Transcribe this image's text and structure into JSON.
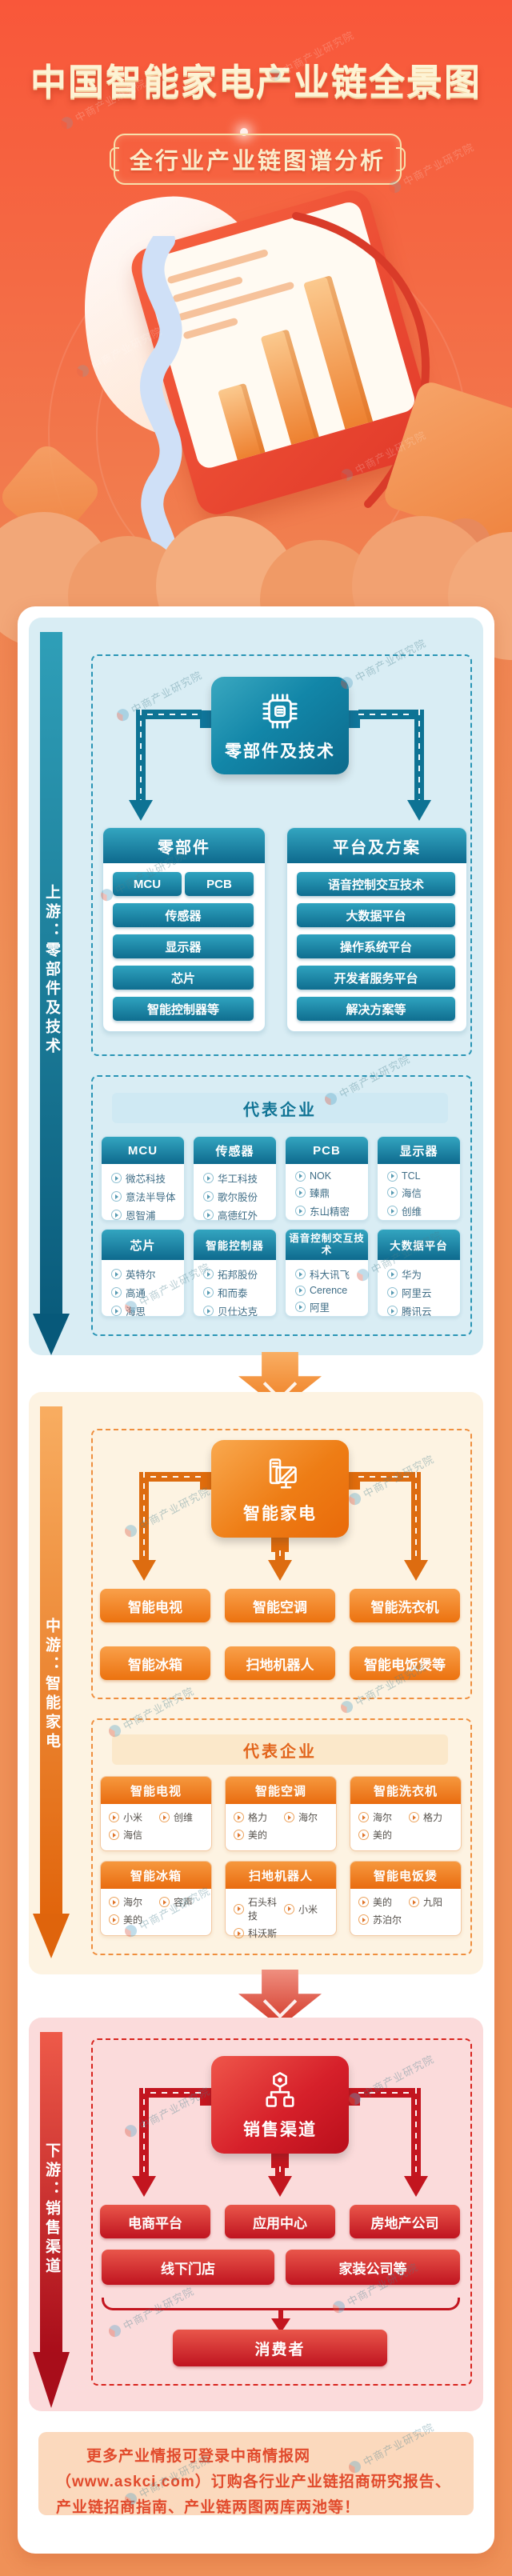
{
  "header": {
    "title": "中国智能家电产业链全景图",
    "subtitle": "全行业产业链图谱分析"
  },
  "watermark": {
    "brand": "中商产业研究院"
  },
  "upstream": {
    "side_label": "上游：零部件及技术",
    "root_label": "零部件及技术",
    "root_icon": "chip-icon",
    "columns": [
      {
        "title": "零部件",
        "items": [
          "MCU",
          "PCB",
          "传感器",
          "显示器",
          "芯片",
          "智能控制器等"
        ]
      },
      {
        "title": "平台及方案",
        "items": [
          "语音控制交互技术",
          "大数据平台",
          "操作系统平台",
          "开发者服务平台",
          "解决方案等"
        ]
      }
    ],
    "companies_title": "代表企业",
    "company_groups": [
      {
        "title": "MCU",
        "companies": [
          "微芯科技",
          "意法半导体",
          "恩智浦"
        ]
      },
      {
        "title": "传感器",
        "companies": [
          "华工科技",
          "歌尔股份",
          "高德红外"
        ]
      },
      {
        "title": "PCB",
        "companies": [
          "NOK",
          "臻鼎",
          "东山精密"
        ]
      },
      {
        "title": "显示器",
        "companies": [
          "TCL",
          "海信",
          "创维"
        ]
      },
      {
        "title": "芯片",
        "companies": [
          "英特尔",
          "高通",
          "海思"
        ]
      },
      {
        "title": "智能控制器",
        "companies": [
          "拓邦股份",
          "和而泰",
          "贝仕达克"
        ]
      },
      {
        "title": "语音控制交互技术",
        "companies": [
          "科大讯飞",
          "Cerence",
          "阿里"
        ]
      },
      {
        "title": "大数据平台",
        "companies": [
          "华为",
          "阿里云",
          "腾讯云"
        ]
      }
    ]
  },
  "midstream": {
    "side_label": "中游：智能家电",
    "root_label": "智能家电",
    "root_icon": "smart-appliance-icon",
    "products": [
      "智能电视",
      "智能空调",
      "智能洗衣机",
      "智能冰箱",
      "扫地机器人",
      "智能电饭煲等"
    ],
    "companies_title": "代表企业",
    "company_groups": [
      {
        "title": "智能电视",
        "companies": [
          "小米",
          "创维",
          "海信"
        ]
      },
      {
        "title": "智能空调",
        "companies": [
          "格力",
          "海尔",
          "美的"
        ]
      },
      {
        "title": "智能洗衣机",
        "companies": [
          "海尔",
          "格力",
          "美的"
        ]
      },
      {
        "title": "智能冰箱",
        "companies": [
          "海尔",
          "容声",
          "美的"
        ]
      },
      {
        "title": "扫地机器人",
        "companies": [
          "石头科技",
          "小米",
          "科沃斯"
        ]
      },
      {
        "title": "智能电饭煲",
        "companies": [
          "美的",
          "九阳",
          "苏泊尔"
        ]
      }
    ]
  },
  "downstream": {
    "side_label": "下游：销售渠道",
    "root_label": "销售渠道",
    "root_icon": "distribution-icon",
    "channels_row1": [
      "电商平台",
      "应用中心",
      "房地产公司"
    ],
    "channels_row2": [
      "线下门店",
      "家装公司等"
    ],
    "consumer_label": "消费者"
  },
  "footer": {
    "note": "更多产业情报可登录中商情报网（www.askci.com）订购各行业产业链招商研究报告、产业链招商指南、产业链两图两库两池等！"
  },
  "colors": {
    "background_orange": "#ef9158",
    "header_red": "#f9573a",
    "upstream_teal": "#0d6b8d",
    "upstream_panel": "#d9edf4",
    "midstream_orange": "#ec6f0e",
    "midstream_panel": "#fdf3e2",
    "downstream_red": "#c0111c",
    "downstream_panel": "#fbdbdb",
    "gold_border": "#f7dfab",
    "title_cream": "#fdf3d4"
  }
}
